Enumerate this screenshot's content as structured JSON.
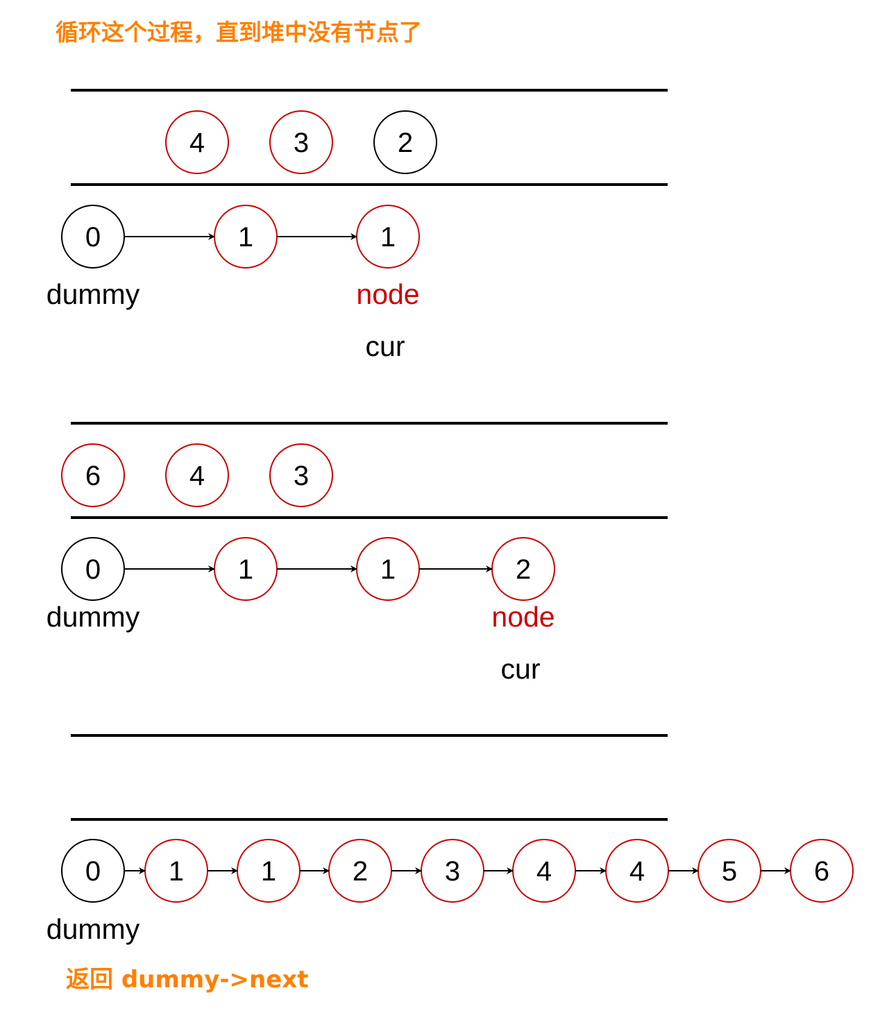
{
  "colors": {
    "accent": "#cc0000",
    "node_default": "#000000",
    "note": "#ff8000",
    "text": "#000000"
  },
  "title": "循环这个过程，直到堆中没有节点了",
  "footer": "返回 dummy->next",
  "labels": {
    "dummy": "dummy",
    "node": "node",
    "cur": "cur"
  },
  "stages": [
    {
      "heap": [
        {
          "value": "4",
          "highlight": true
        },
        {
          "value": "3",
          "highlight": true
        },
        {
          "value": "2",
          "highlight": false
        }
      ],
      "list": [
        {
          "value": "0",
          "highlight": false
        },
        {
          "value": "1",
          "highlight": true
        },
        {
          "value": "1",
          "highlight": true
        }
      ]
    },
    {
      "heap": [
        {
          "value": "6",
          "highlight": true
        },
        {
          "value": "4",
          "highlight": true
        },
        {
          "value": "3",
          "highlight": true
        }
      ],
      "list": [
        {
          "value": "0",
          "highlight": false
        },
        {
          "value": "1",
          "highlight": true
        },
        {
          "value": "1",
          "highlight": true
        },
        {
          "value": "2",
          "highlight": true
        }
      ]
    },
    {
      "heap": [],
      "list": [
        {
          "value": "0",
          "highlight": false
        },
        {
          "value": "1",
          "highlight": true
        },
        {
          "value": "1",
          "highlight": true
        },
        {
          "value": "2",
          "highlight": true
        },
        {
          "value": "3",
          "highlight": true
        },
        {
          "value": "4",
          "highlight": true
        },
        {
          "value": "4",
          "highlight": true
        },
        {
          "value": "5",
          "highlight": true
        },
        {
          "value": "6",
          "highlight": true
        }
      ]
    }
  ]
}
